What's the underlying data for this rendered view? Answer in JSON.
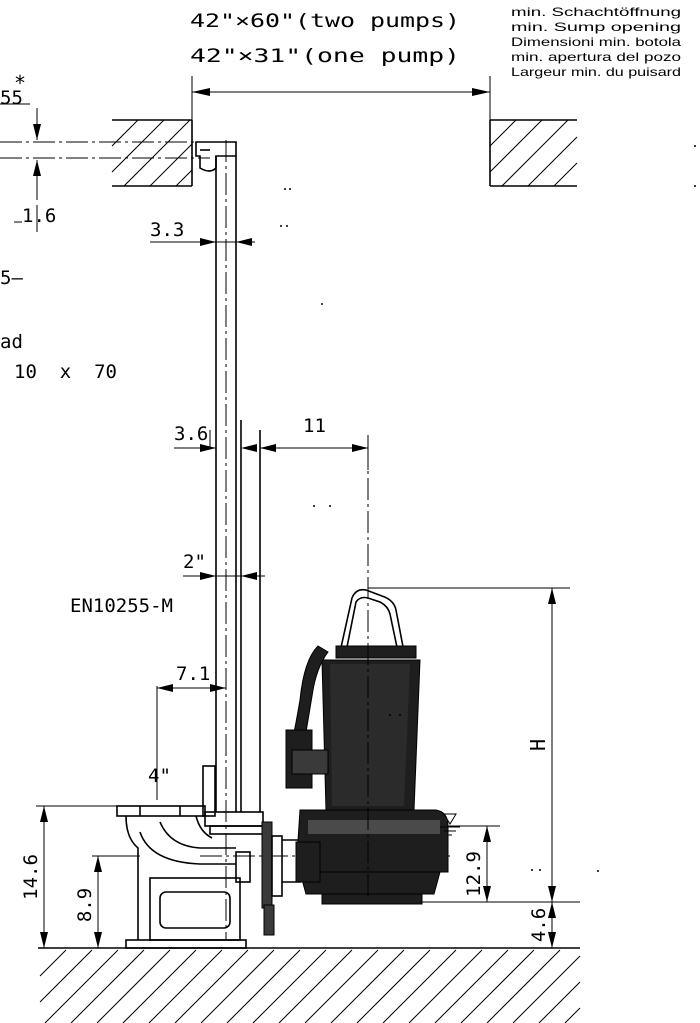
{
  "opening": {
    "two_pumps": "42\"×60\"(two pumps)",
    "one_pump": "42\"×31\"(one pump)"
  },
  "opening_legend": [
    "min. Schachtöffnung",
    "min. Sump opening",
    "Dimensioni min. botola",
    "min. apertura del pozo",
    "Largeur min. du puisard"
  ],
  "left_cut": {
    "top_label": "55",
    "asterisk": "*",
    "small_dim": "1.6",
    "dash_label": "5–",
    "ad_label": "ad",
    "bolt_label": "10  x  70"
  },
  "dimensions": {
    "pipe_offset_top": "3.3",
    "pipe_offset": "3.6",
    "rail_to_pump": "11",
    "pipe_size": "2\"",
    "pipe_standard": "EN10255-M",
    "elbow_offset": "7.1",
    "elbow_size": "4\"",
    "height_total": "14.6",
    "height_outlet": "8.9",
    "height_pump": "H",
    "water_level": "12.9",
    "base_height": "4.6"
  },
  "icons": {
    "water_level": "water-level-triangle-icon",
    "pump": "submersible-pump-icon"
  }
}
